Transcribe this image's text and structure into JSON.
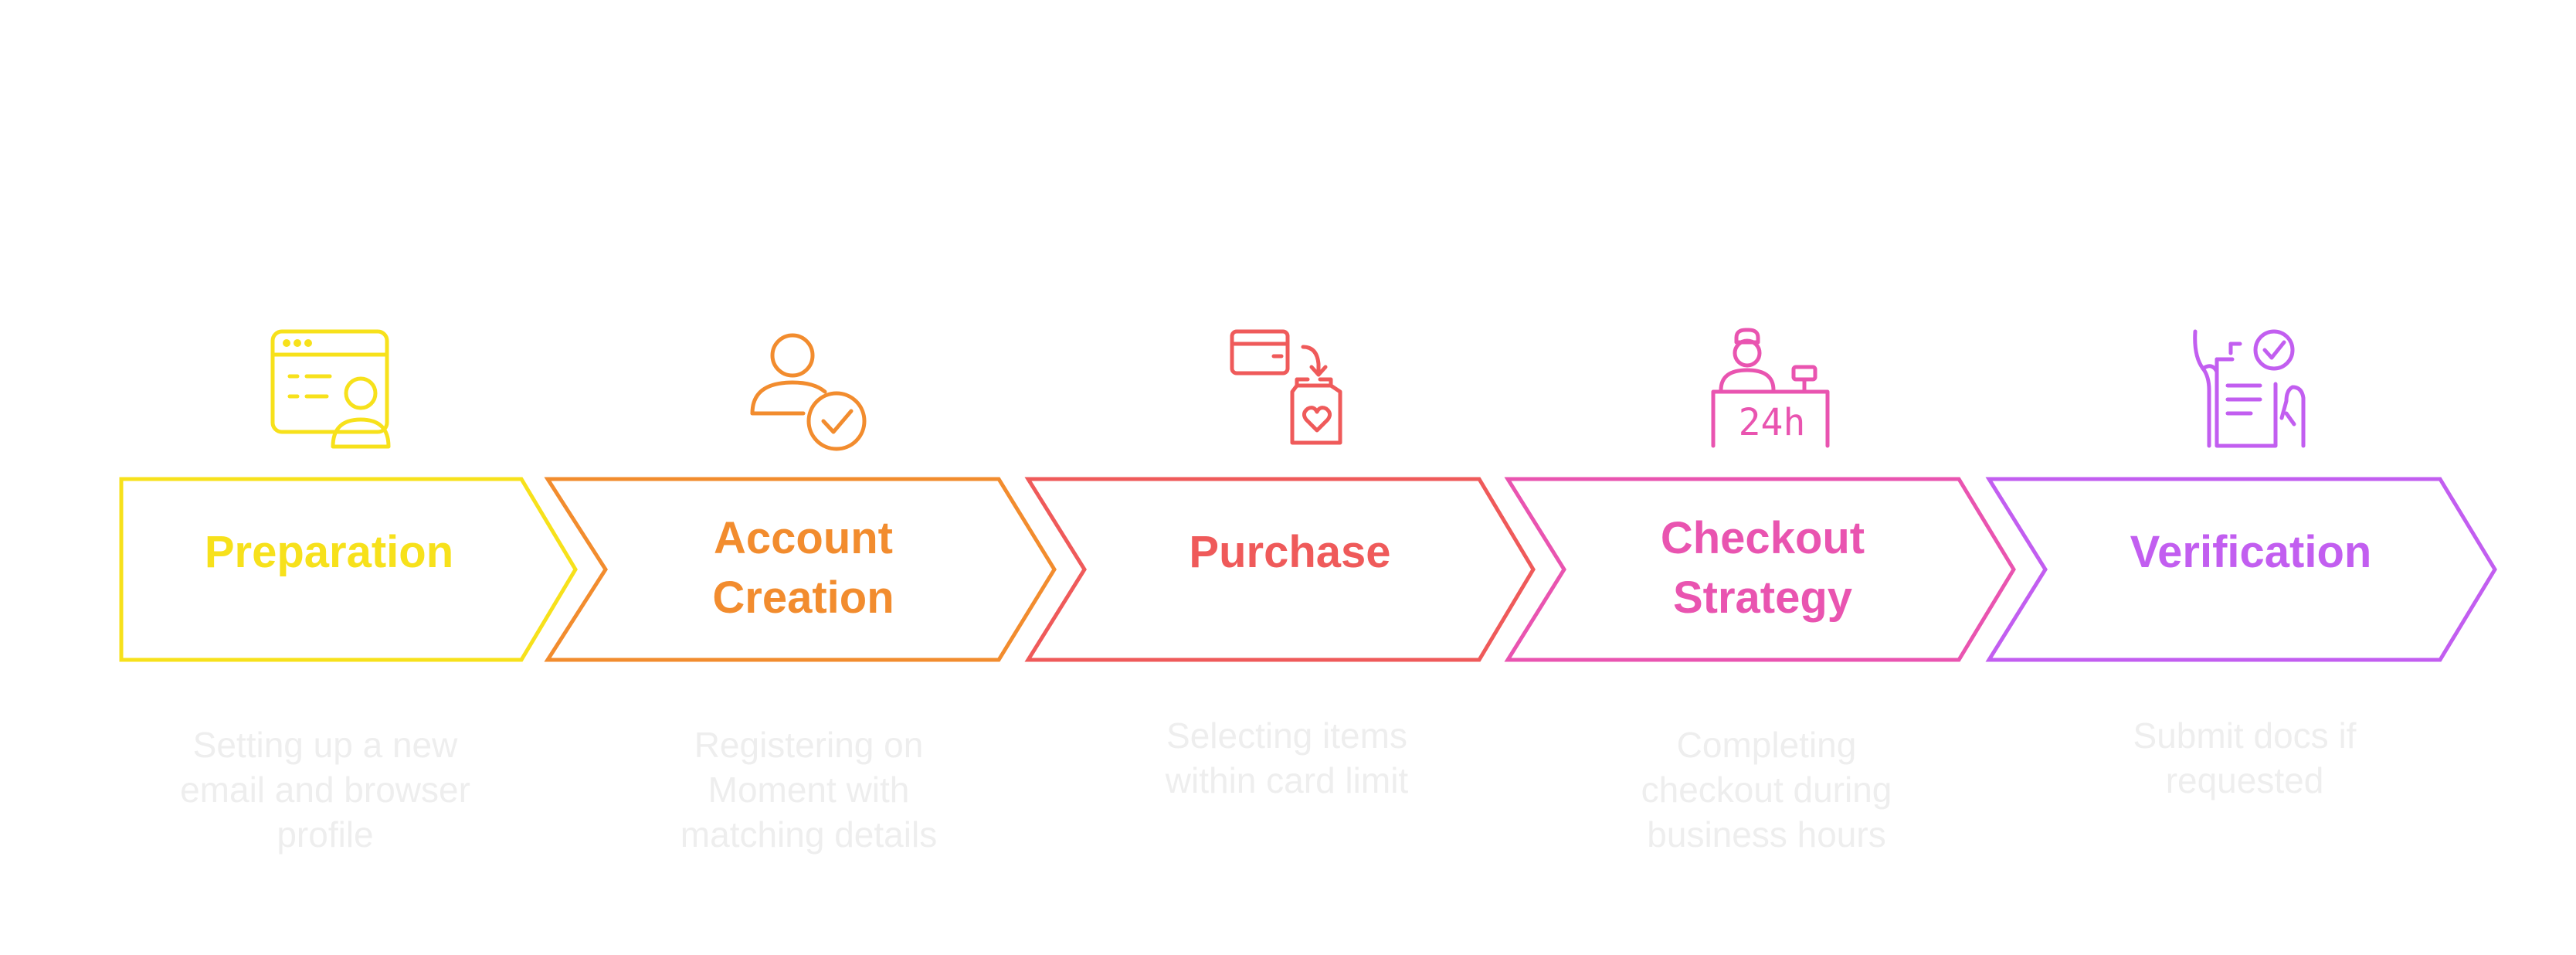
{
  "steps": [
    {
      "title_lines": [
        "Preparation"
      ],
      "desc_lines": [
        "Setting up a new",
        "email and browser",
        "profile"
      ],
      "color": "#f7e11b",
      "icon": "browser-profile-icon"
    },
    {
      "title_lines": [
        "Account",
        "Creation"
      ],
      "desc_lines": [
        "Registering on",
        "Moment with",
        "matching details"
      ],
      "color": "#f28c2e",
      "icon": "user-check-icon"
    },
    {
      "title_lines": [
        "Purchase"
      ],
      "desc_lines": [
        "Selecting items",
        "within card limit"
      ],
      "color": "#ef5a5a",
      "icon": "card-to-bag-icon"
    },
    {
      "title_lines": [
        "Checkout",
        "Strategy"
      ],
      "desc_lines": [
        "Completing",
        "checkout during",
        "business hours"
      ],
      "color": "#e954b0",
      "icon": "24h-counter-icon"
    },
    {
      "title_lines": [
        "Verification"
      ],
      "desc_lines": [
        "Submit docs if",
        "requested"
      ],
      "color": "#c25ef0",
      "icon": "document-check-icon"
    }
  ]
}
